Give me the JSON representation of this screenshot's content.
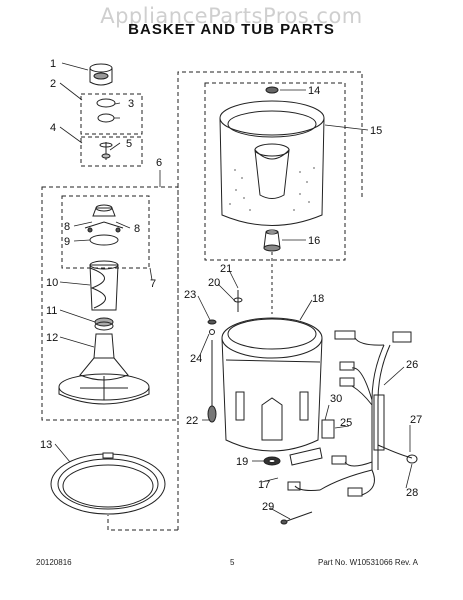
{
  "watermark": "AppliancePartsPros.com",
  "title": "BASKET AND TUB PARTS",
  "callouts": [
    "1",
    "2",
    "3",
    "4",
    "5",
    "6",
    "7",
    "8",
    "8",
    "9",
    "10",
    "11",
    "12",
    "13",
    "14",
    "15",
    "16",
    "17",
    "18",
    "19",
    "20",
    "21",
    "22",
    "23",
    "24",
    "25",
    "26",
    "27",
    "28",
    "29",
    "30"
  ],
  "footer": {
    "date": "20120816",
    "page": "5",
    "part": "Part No. W10531066  Rev. A"
  }
}
